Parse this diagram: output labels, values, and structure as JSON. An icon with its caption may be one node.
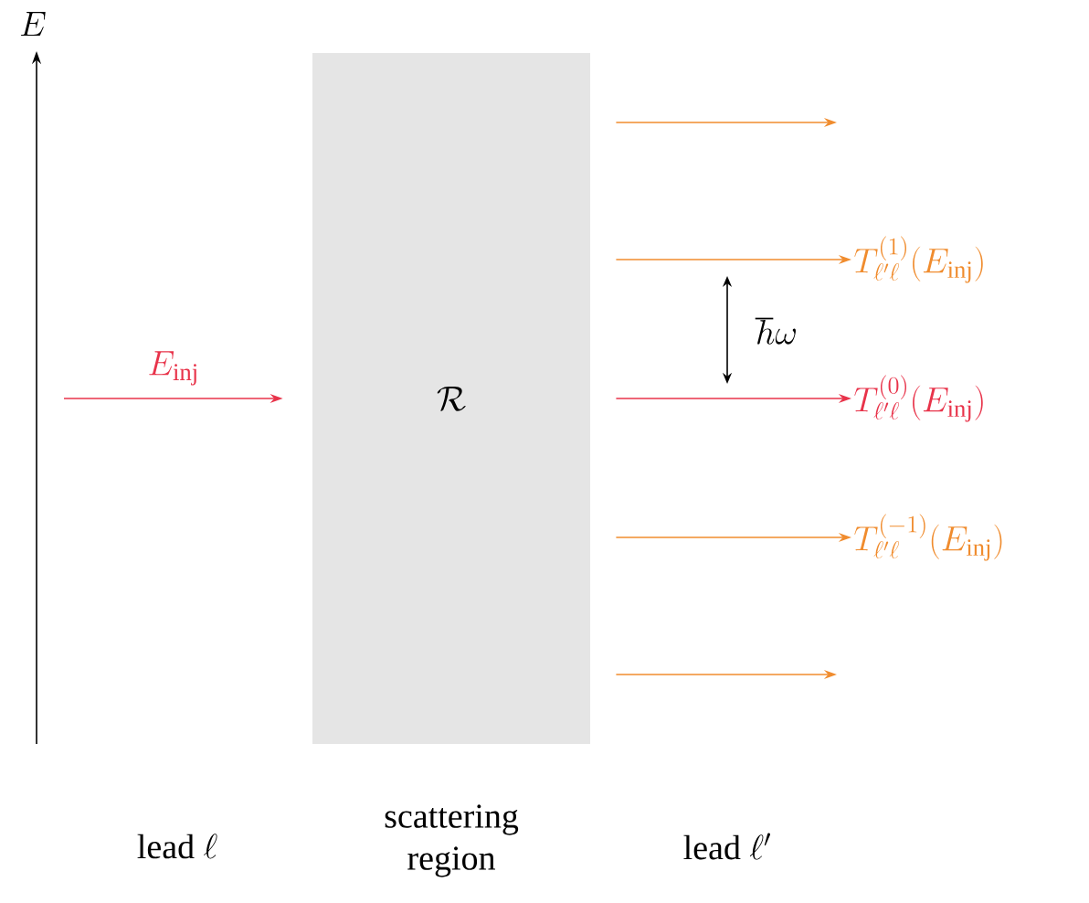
{
  "diagram": {
    "nodes": [
      {
        "text": [
          "\\mathcal{R}"
        ],
        "beside": [
          "scattering region"
        ]
      },
      {
        "text": [
          "T_{\\ell'\\ell}^{(1)}(E_{\\mathrm{inj}})"
        ]
      },
      {
        "text": [
          "T_{\\ell'\\ell}^{(0)}(E_{\\mathrm{inj}})"
        ]
      },
      {
        "text": [
          "T_{\\ell'\\ell}^{(-1)}(E_{\\mathrm{inj}})"
        ]
      }
    ],
    "edges": [
      {
        "from": null,
        "to": 0,
        "arrow": "to",
        "label": "E_{\\mathrm{inj}}",
        "color": "#e8334a"
      },
      {
        "from": 0,
        "to": null,
        "arrow": "to"
      },
      {
        "from": 0,
        "to": 1,
        "arrow": "to"
      },
      {
        "from": 0,
        "to": 2,
        "arrow": "to",
        "color": "#e8334a"
      },
      {
        "from": 0,
        "to": 3,
        "arrow": "to"
      },
      {
        "from": 0,
        "to": null,
        "arrow": "to"
      }
    ],
    "labels": [
      "E",
      "\\hbar\\omega",
      "\\mathrm{lead}\\ \\ell",
      "\\mathrm{lead}\\ \\ell'"
    ]
  }
}
